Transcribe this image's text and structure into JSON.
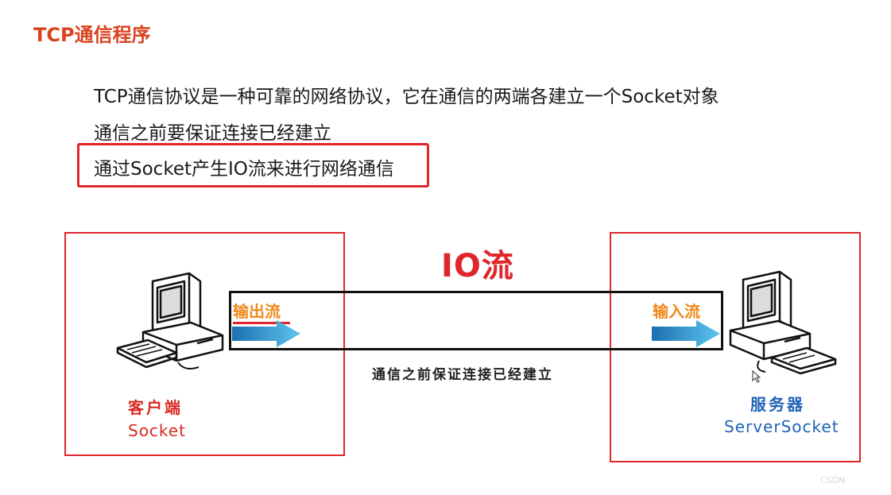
{
  "slide": {
    "title": "TCP通信程序",
    "lines": [
      "TCP通信协议是一种可靠的网络协议，它在通信的两端各建立一个Socket对象",
      "通信之前要保证连接已经建立",
      "通过Socket产生IO流来进行网络通信"
    ]
  },
  "diagram": {
    "io_label": "IO流",
    "output_stream": "输出流",
    "input_stream": "输入流",
    "middle_note": "通信之前保证连接已经建立",
    "client": {
      "cn": "客户端",
      "en": "Socket"
    },
    "server": {
      "cn": "服务器",
      "en": "ServerSocket"
    }
  },
  "watermark": "CSDN",
  "colors": {
    "title": "#d9431e",
    "frame": "#e0252b",
    "stream_label": "#f08a1c",
    "client": "#d82a22",
    "server": "#1f63b8",
    "arrow": "#3aa0d8"
  }
}
